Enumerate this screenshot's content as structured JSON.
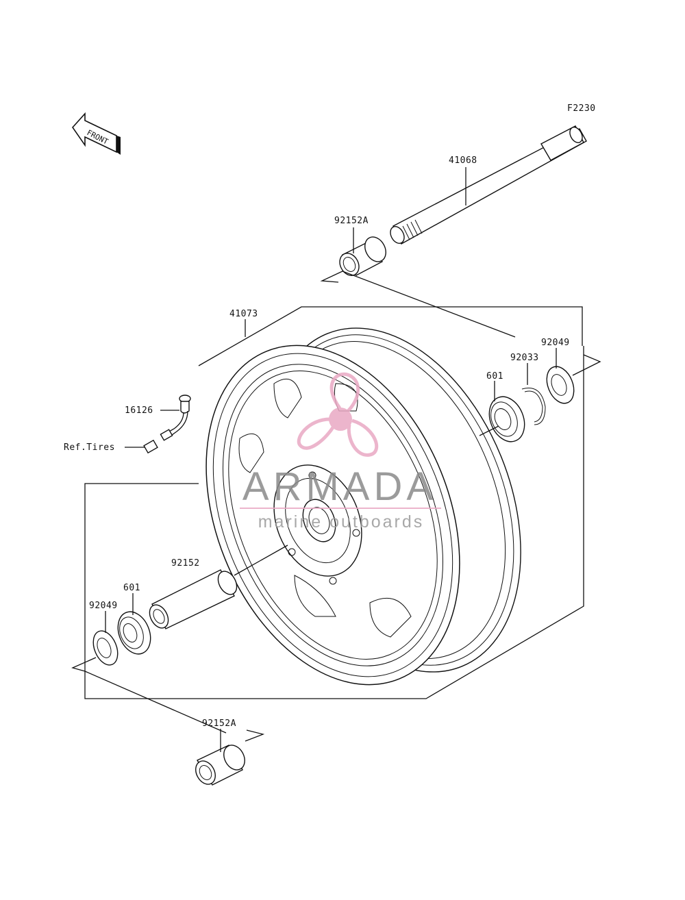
{
  "diagram": {
    "code": "F2230",
    "front_arrow_text": "FRONT",
    "parts": {
      "axle": "41068",
      "collar_top": "92152A",
      "wheel": "41073",
      "oil_seal_right": "92049",
      "circlip": "92033",
      "bearing_right": "601",
      "valve": "16126",
      "ref_tires": "Ref.Tires",
      "collar_center": "92152",
      "bearing_left": "601",
      "oil_seal_left": "92049",
      "collar_bottom": "92152A"
    }
  },
  "watermark": {
    "brand": "ARMADA",
    "tagline": "marine outboards",
    "logo_color": "#e9a9c4",
    "text_color": "#8a8a8a"
  }
}
